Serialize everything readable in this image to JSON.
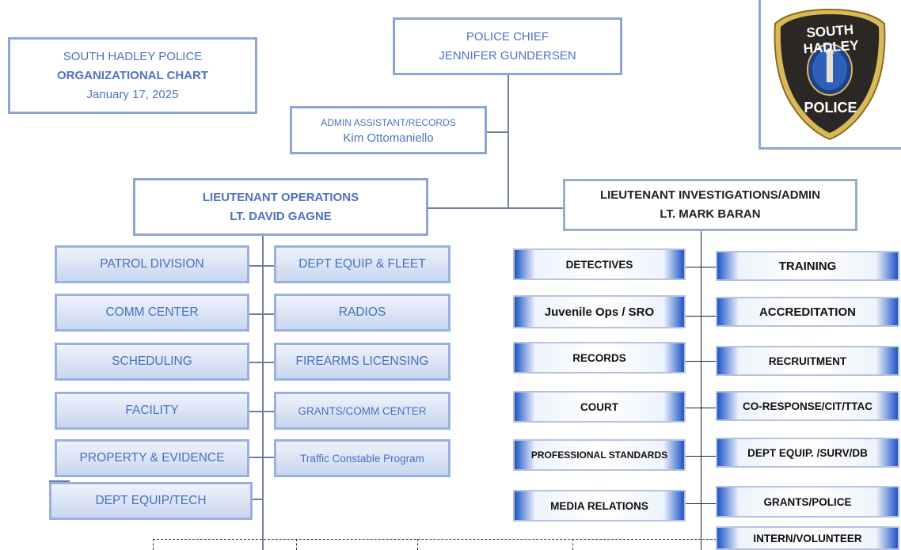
{
  "header": {
    "line1": "SOUTH HADLEY POLICE",
    "line2": "ORGANIZATIONAL CHART",
    "date": "January 17, 2025"
  },
  "badge": {
    "top": "SOUTH HADLEY",
    "bottom": "POLICE"
  },
  "chief": {
    "title": "POLICE CHIEF",
    "name": "JENNIFER GUNDERSEN"
  },
  "admin": {
    "title": "ADMIN ASSISTANT/RECORDS",
    "name": "Kim Ottomaniello"
  },
  "lt_ops": {
    "title": "LIEUTENANT OPERATIONS",
    "name": "LT. DAVID GAGNE"
  },
  "lt_inv": {
    "title": "LIEUTENANT INVESTIGATIONS/ADMIN",
    "name": "LT. MARK BARAN"
  },
  "ops_left": [
    "PATROL DIVISION",
    "COMM CENTER",
    "SCHEDULING",
    "FACILITY",
    "PROPERTY & EVIDENCE",
    "DEPT EQUIP/TECH"
  ],
  "ops_right": [
    "DEPT EQUIP & FLEET",
    "RADIOS",
    "FIREARMS LICENSING",
    "GRANTS/COMM CENTER",
    "Traffic Constable Program"
  ],
  "inv_left": [
    "DETECTIVES",
    "Juvenile Ops / SRO",
    "RECORDS",
    "COURT",
    "PROFESSIONAL STANDARDS",
    "MEDIA RELATIONS"
  ],
  "inv_right": [
    "TRAINING",
    "ACCREDITATION",
    "RECRUITMENT",
    "CO-RESPONSE/CIT/TTAC",
    "DEPT EQUIP. /SURV/DB",
    "GRANTS/POLICE",
    "INTERN/VOLUNTEER"
  ]
}
